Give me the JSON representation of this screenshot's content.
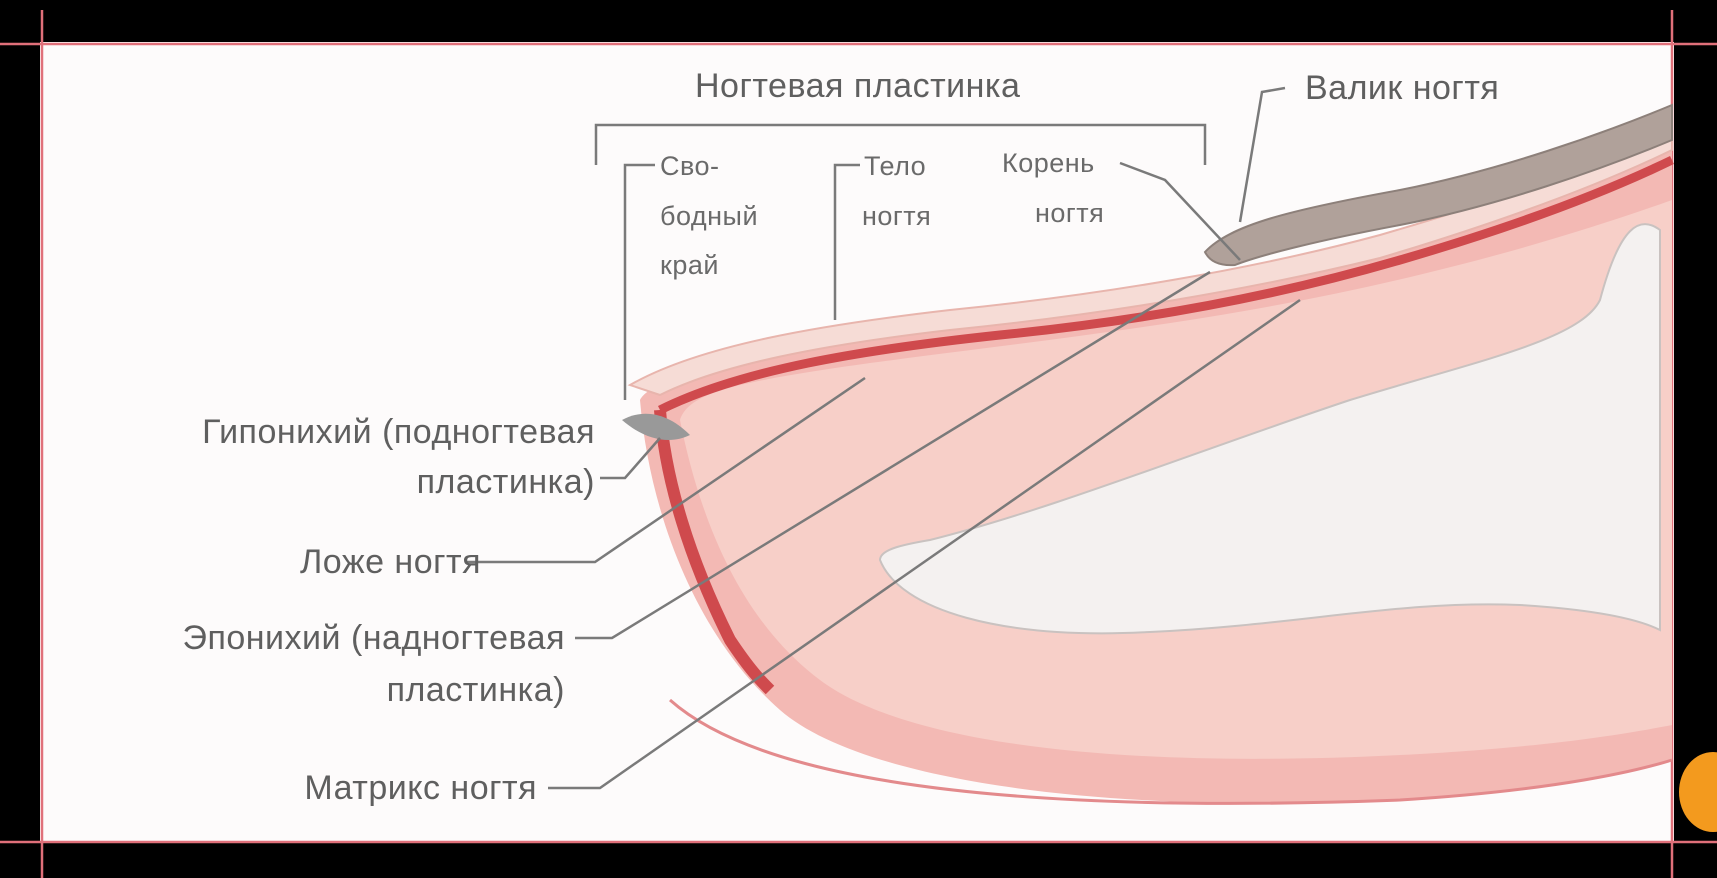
{
  "diagram": {
    "labels": {
      "nail_plate": "Ногтевая пластинка",
      "nail_fold": "Валик ногтя",
      "free_edge_1": "Сво-",
      "free_edge_2": "бодный",
      "free_edge_3": "край",
      "body_1": "Тело",
      "body_2": "ногтя",
      "root_1": "Корень",
      "root_2": "ногтя",
      "hyponychium_1": "Гипонихий (подногтевая",
      "hyponychium_2": "пластинка)",
      "nail_bed": "Ложе ногтя",
      "eponychium_1": "Эпонихий (надногтевая",
      "eponychium_2": "пластинка)",
      "matrix": "Матрикс ногтя"
    },
    "colors": {
      "background_frame": "#000000",
      "panel": "#fdfbfb",
      "border": "#e0707a",
      "skin": "#f3b9b4",
      "nail_bed_line": "#cf4a4d",
      "bone": "#f4f1f0",
      "nail_fold": "#a89a94",
      "accent": "#f39a1e"
    }
  }
}
